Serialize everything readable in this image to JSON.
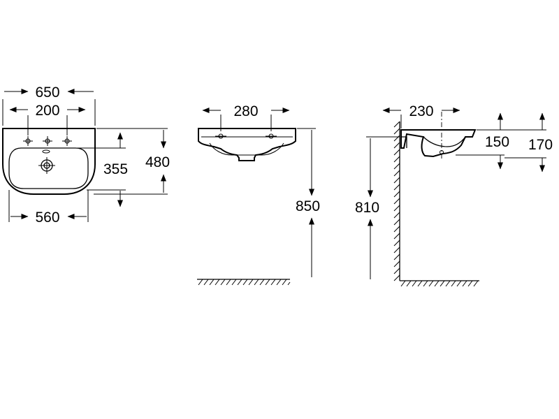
{
  "dimensions": {
    "top_view": {
      "overall_width": "650",
      "tap_hole_spacing": "200",
      "bowl_width": "560",
      "bowl_depth": "355",
      "overall_depth": "480"
    },
    "front_view": {
      "fixing_hole_spacing": "280",
      "rim_height": "850"
    },
    "side_view": {
      "wall_to_waste": "230",
      "overflow_height": "150",
      "basin_height": "170",
      "bracket_height": "810"
    }
  }
}
